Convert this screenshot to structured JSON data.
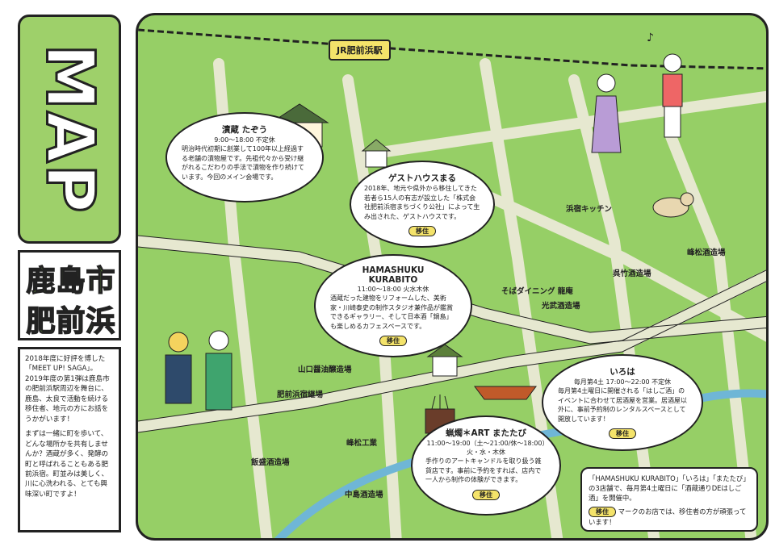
{
  "title": "MAP",
  "place": {
    "line1": "鹿島市",
    "line2": "肥前浜"
  },
  "intro": {
    "p1": "2018年度に好評を博した「MEET UP! SAGA」。2019年度の第1弾は鹿島市の肥前浜駅周辺を舞台に、鹿島、太良で活動を続ける移住者、地元の方にお話をうかがいます！",
    "p2": "まずは一緒に町を歩いて、どんな場所かを共有しませんか？酒蔵が多く、発酵の町と呼ばれることもある肥前浜宿。町並みは美しく、川に心洗われる、とても興味深い町ですよ！"
  },
  "station": "JR肥前浜駅",
  "spots": {
    "tazou": {
      "name": "漬蔵 たぞう",
      "hours": "9:00〜18:00 不定休",
      "desc": "明治時代初期に創業して100年以上経過する老舗の漬物屋です。先祖代々から受け継がれるこだわりの手法で漬物を作り続けています。今回のメイン会場です。"
    },
    "guesthouse": {
      "name": "ゲストハウスまる",
      "desc": "2018年、地元や県外から移住してきた若者ら15人の有志が設立した「株式会社肥前浜宿まちづくり公社」によって生み出された、ゲストハウスです。",
      "tag": "移住"
    },
    "kurabito": {
      "name1": "HAMASHUKU",
      "name2": "KURABITO",
      "hours": "11:00〜18:00 火水木休",
      "desc": "酒蔵だった建物をリフォームした、美術家・川崎泰史の制作スタジオ兼作品が鑑賞できるギャラリー、そして日本酒「鍋島」も楽しめるカフェスペースです。",
      "tag": "移住"
    },
    "iroha": {
      "name": "いろは",
      "hours": "毎月第4土 17:00〜22:00 不定休",
      "desc": "毎月第4土曜日に開催される「はしご酒」のイベントに合わせて居酒屋を営業。居酒屋以外に、事前予約制のレンタルスペースとして開放しています！",
      "tag": "移住"
    },
    "matatabi": {
      "name": "蝋燭＊ART またたび",
      "hours": "11:00〜19:00（土〜21:00/休〜18:00）火・水・木休",
      "desc": "手作りのアートキャンドルを取り扱う雑貨店です。事前に予約をすれば、店内で一人から制作の体験ができます。",
      "tag": "移住"
    }
  },
  "labels": {
    "hamajuku_kitchen": "浜宿キッチン",
    "minematsu_shuzo": "峰松酒造場",
    "kuretake_shuzo": "呉竹酒造場",
    "soba": "そばダイニング 龍庵",
    "kobu_shuzo": "光武酒造場",
    "yamaguchi": "山口醤油醸造場",
    "hizenhama_keisho": "肥前浜宿継場",
    "minematsu_kogyo": "峰松工業",
    "iimori": "飯盛酒造場",
    "nakajima": "中島酒造場"
  },
  "note": {
    "line1": "「HAMASHUKU KURABITO」「いろは」「またたび」の3店舗で、毎月第4土曜日に「酒蔵通りDEはしご酒」を開催中。",
    "tag": "移住",
    "line2": "マークのお店では、移住者の方が頑張っています！"
  },
  "colors": {
    "map_green": "#96cf66",
    "road": "#e6e8d0",
    "tag_yellow": "#f4e36a"
  },
  "icons": [
    "music-note-icon",
    "person-icon",
    "dog-icon",
    "house-icon",
    "candle-icon",
    "boat-icon"
  ]
}
